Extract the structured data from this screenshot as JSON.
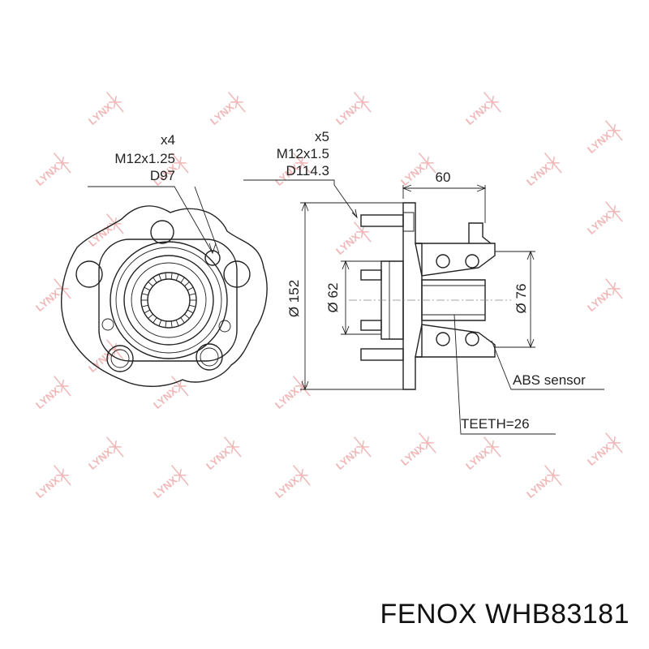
{
  "watermark": "LYNX",
  "front_view": {
    "stud_count": "x4",
    "thread": "M12x1.25",
    "pcd": "D97"
  },
  "side_view": {
    "stud_count": "x5",
    "thread": "M12x1.5",
    "pcd": "D114.3",
    "width": "60",
    "dia_outer": "Ø 152",
    "dia_pilot": "Ø 62",
    "dia_bearing": "Ø 76",
    "abs_label": "ABS sensor",
    "teeth_label": "TEETH=26"
  },
  "caption": "FENOX WHB83181",
  "colors": {
    "line": "#222222",
    "watermark": "#f0b8b8"
  }
}
